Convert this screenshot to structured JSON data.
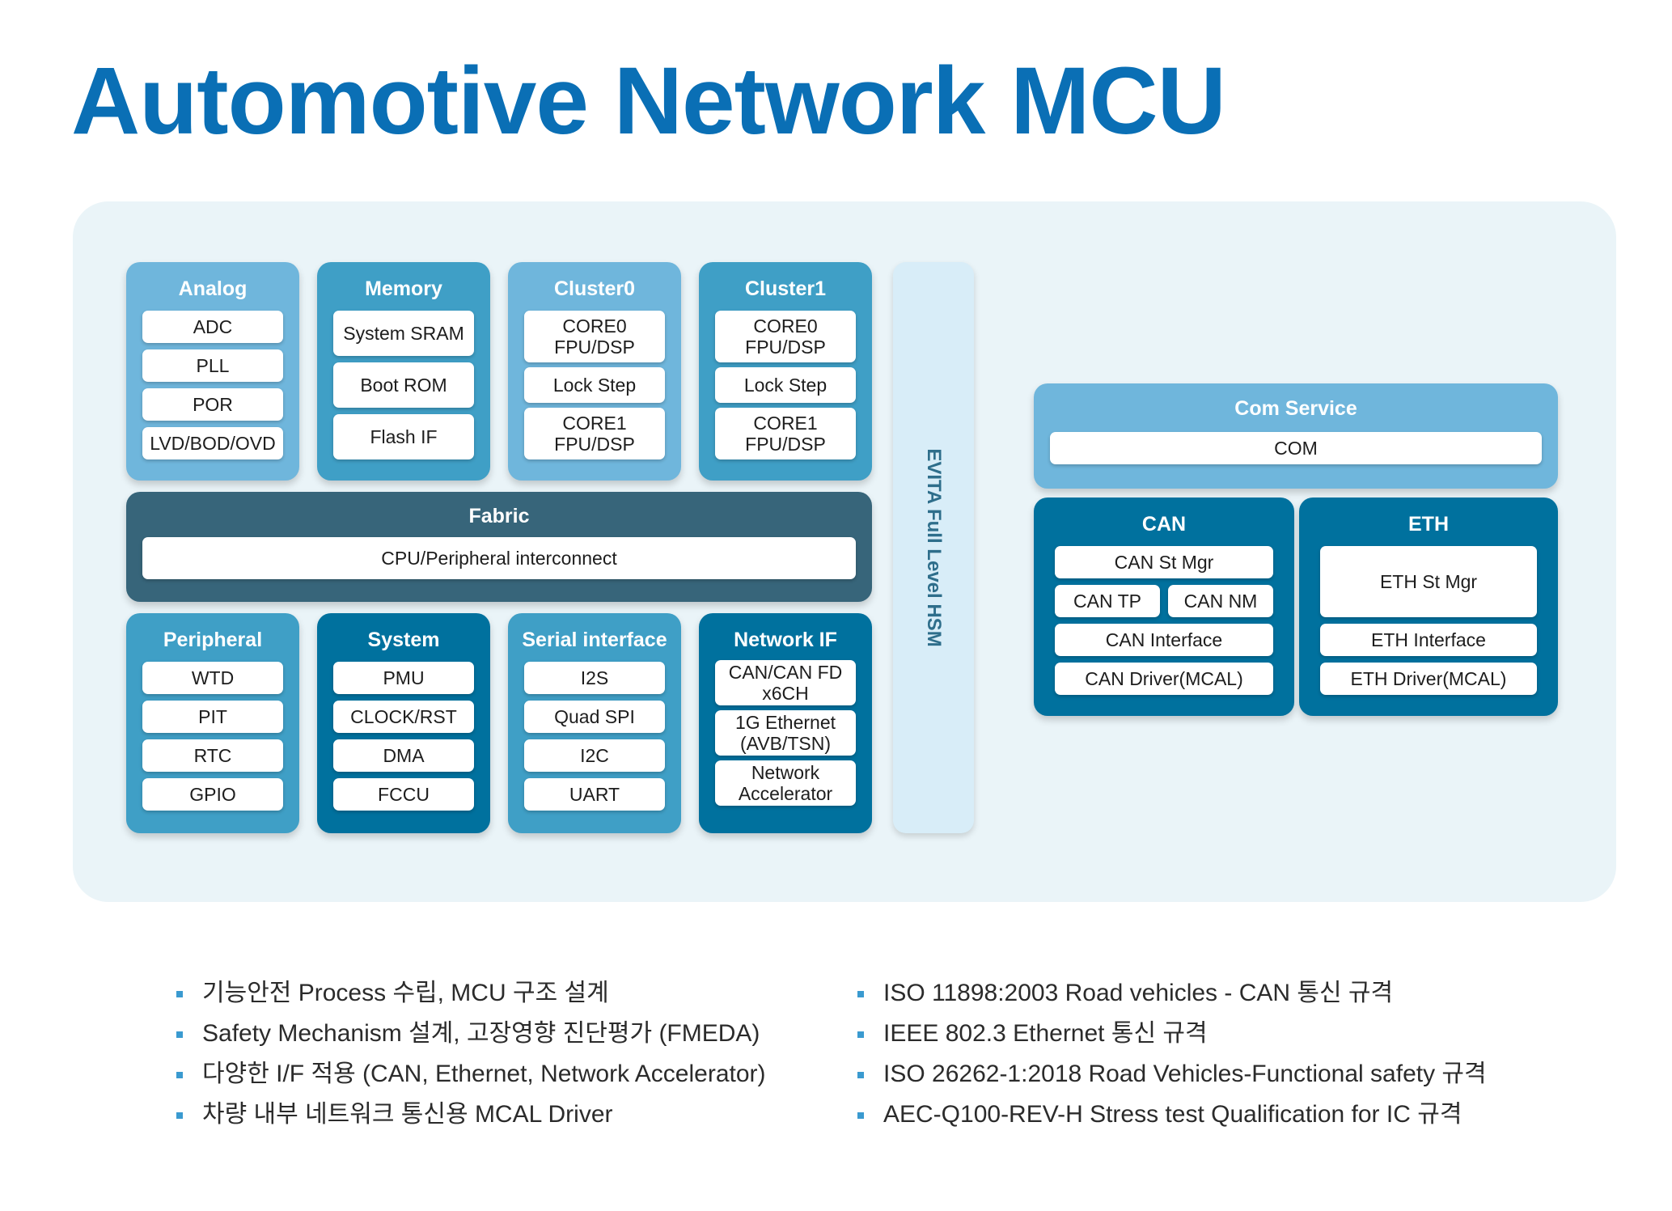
{
  "title": "Automotive Network MCU",
  "colors": {
    "title": "#0a6fb5",
    "panel_background": "#eaf4f8",
    "block_light": "#6fb6dc",
    "block_mid": "#3f9fc6",
    "block_dark": "#00719e",
    "fabric": "#37657a",
    "hsm": "#d8edf8",
    "bullet": "#3a9ad0"
  },
  "blocks": {
    "analog": {
      "title": "Analog",
      "items": [
        "ADC",
        "PLL",
        "POR",
        "LVD/BOD/OVD"
      ]
    },
    "memory": {
      "title": "Memory",
      "items": [
        "System SRAM",
        "Boot ROM",
        "Flash IF"
      ]
    },
    "cluster0": {
      "title": "Cluster0",
      "items": [
        "CORE0\nFPU/DSP",
        "Lock Step",
        "CORE1\nFPU/DSP"
      ]
    },
    "cluster1": {
      "title": "Cluster1",
      "items": [
        "CORE0\nFPU/DSP",
        "Lock Step",
        "CORE1\nFPU/DSP"
      ]
    },
    "fabric": {
      "title": "Fabric",
      "items": [
        "CPU/Peripheral interconnect"
      ]
    },
    "peripheral": {
      "title": "Peripheral",
      "items": [
        "WTD",
        "PIT",
        "RTC",
        "GPIO"
      ]
    },
    "system": {
      "title": "System",
      "items": [
        "PMU",
        "CLOCK/RST",
        "DMA",
        "FCCU"
      ]
    },
    "serial": {
      "title": "Serial interface",
      "items": [
        "I2S",
        "Quad SPI",
        "I2C",
        "UART"
      ]
    },
    "network": {
      "title": "Network IF",
      "items": [
        "CAN/CAN FD\nx6CH",
        "1G Ethernet\n(AVB/TSN)",
        "Network\nAccelerator"
      ]
    },
    "hsm": {
      "title": "EVITA Full Level HSM"
    },
    "com": {
      "title": "Com Service",
      "items": [
        "COM"
      ]
    },
    "can": {
      "title": "CAN",
      "items": [
        "CAN St Mgr",
        "CAN TP",
        "CAN NM",
        "CAN Interface",
        "CAN Driver(MCAL)"
      ]
    },
    "eth": {
      "title": "ETH",
      "items": [
        "ETH St Mgr",
        "ETH Interface",
        "ETH Driver(MCAL)"
      ]
    }
  },
  "bullets": {
    "left": [
      "기능안전 Process 수립, MCU 구조 설계",
      "Safety Mechanism 설계, 고장영향 진단평가 (FMEDA)",
      "다양한 I/F 적용 (CAN, Ethernet, Network Accelerator)",
      "차량 내부 네트워크 통신용 MCAL Driver"
    ],
    "right": [
      "ISO 11898:2003 Road vehicles - CAN 통신 규격",
      "IEEE 802.3 Ethernet 통신 규격",
      "ISO 26262-1:2018 Road Vehicles-Functional safety 규격",
      "AEC-Q100-REV-H Stress test Qualification for IC 규격"
    ]
  }
}
